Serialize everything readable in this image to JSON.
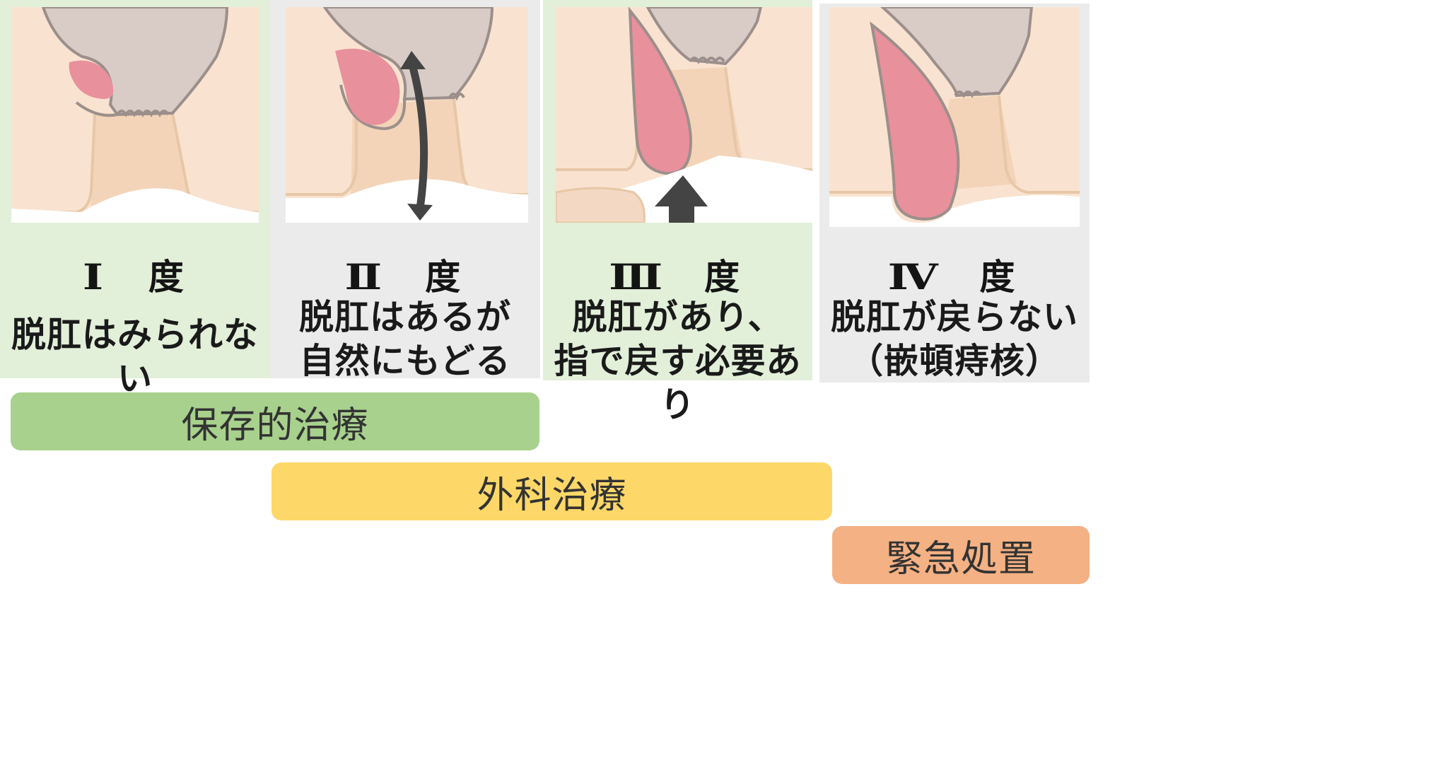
{
  "colors": {
    "green_panel": "#e2efd9",
    "gray_panel": "#ebebeb",
    "skin": "#f9e3d0",
    "skin_dark": "#f3d4b8",
    "outline": "#9c8f8b",
    "rectum": "#d9ccc7",
    "hemorrhoid": "#e8909c",
    "arrow": "#444444",
    "conservative_bar": "#a8d18d",
    "surgical_bar": "#fdd868",
    "emergency_bar": "#f4b183"
  },
  "grades": [
    {
      "numeral": "Ⅰ",
      "suffix": "度",
      "description": "脱肛はみられない"
    },
    {
      "numeral": "Ⅱ",
      "suffix": "度",
      "description": "脱肛はあるが\n自然にもどる"
    },
    {
      "numeral": "Ⅲ",
      "suffix": "度",
      "description": "脱肛があり、\n指で戻す必要あり"
    },
    {
      "numeral": "Ⅳ",
      "suffix": "度",
      "description": "脱肛が戻らない\n（嵌頓痔核）"
    }
  ],
  "treatments": {
    "conservative": "保存的治療",
    "surgical": "外科治療",
    "emergency": "緊急処置"
  }
}
